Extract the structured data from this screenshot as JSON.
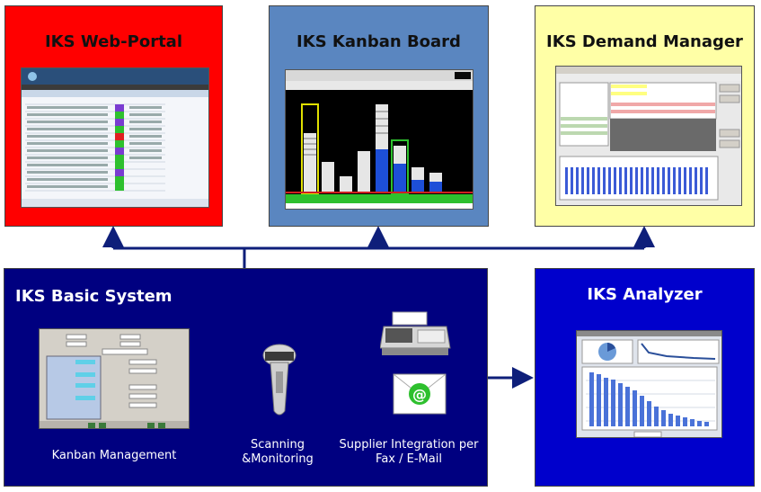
{
  "boxes": {
    "web_portal": {
      "title": "IKS Web-Portal",
      "color": "#ff0000"
    },
    "kanban_board": {
      "title": "IKS Kanban Board",
      "color": "#5a86c0"
    },
    "demand_manager": {
      "title": "IKS Demand Manager",
      "color": "#ffffa6"
    },
    "basic_system": {
      "title": "IKS Basic System",
      "color": "#000080"
    },
    "analyzer": {
      "title": "IKS Analyzer",
      "color": "#0000cc"
    }
  },
  "basic_system_items": {
    "kanban_management": "Kanban Management",
    "scanning": "Scanning\n&Monitoring",
    "supplier_integration": "Supplier Integration per\nFax / E-Mail"
  },
  "colors": {
    "connector": "#0e1f7a"
  }
}
